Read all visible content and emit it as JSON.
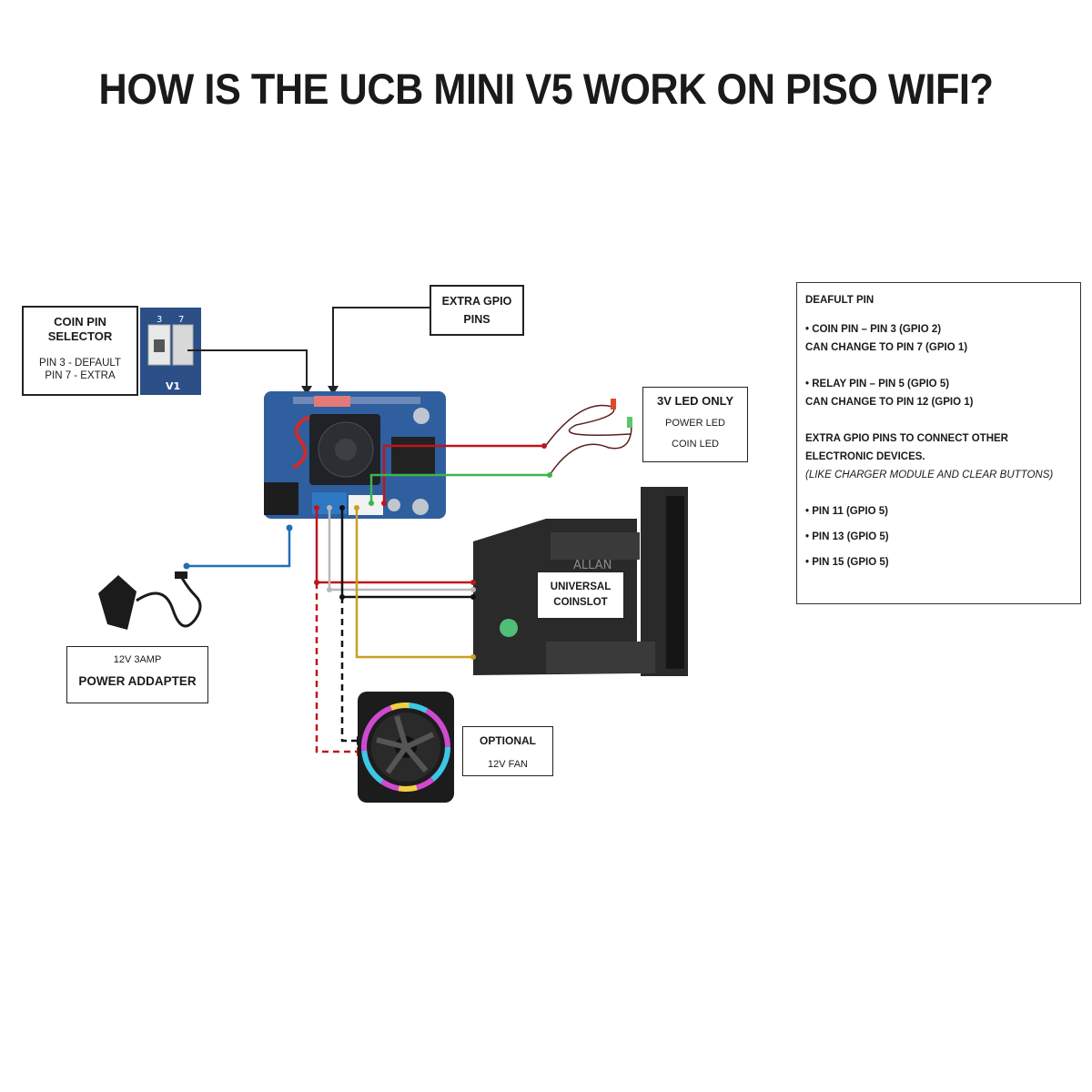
{
  "title": "HOW IS THE UCB MINI V5 WORK ON PISO WIFI?",
  "coin_selector": {
    "title_line1": "COIN PIN",
    "title_line2": "SELECTOR",
    "line1": "PIN 3 - DEFAULT",
    "line2": "PIN 7 - EXTRA",
    "switch_labels": [
      "3",
      "7"
    ],
    "board_label": "V1"
  },
  "extra_gpio": {
    "line1": "EXTRA GPIO",
    "line2": "PINS"
  },
  "led": {
    "title": "3V LED ONLY",
    "line1": "POWER LED",
    "line2": "COIN LED"
  },
  "power": {
    "line1": "12V 3AMP",
    "line2": "POWER ADDAPTER"
  },
  "fan": {
    "title": "OPTIONAL",
    "line1": "12V FAN"
  },
  "coinslot": {
    "line1": "UNIVERSAL",
    "line2": "COINSLOT",
    "brand": "ALLAN"
  },
  "info": {
    "heading": "DEAFULT PIN",
    "coin_pin": "• COIN PIN – PIN 3 (GPIO 2)",
    "coin_change": "CAN CHANGE TO PIN 7 (GPIO 1)",
    "relay_pin": "• RELAY PIN – PIN 5 (GPIO 5)",
    "relay_change": "CAN CHANGE TO PIN 12 (GPIO 1)",
    "extra_line1": "EXTRA GPIO PINS TO CONNECT OTHER",
    "extra_line2": "ELECTRONIC DEVICES.",
    "extra_note": "(LIKE CHARGER MODULE AND CLEAR BUTTONS)",
    "pin11": "• PIN 11 (GPIO 5)",
    "pin13": "• PIN 13 (GPIO 5)",
    "pin15": "• PIN 15 (GPIO 5)"
  },
  "colors": {
    "red": "#c0151b",
    "green": "#3db54a",
    "blue": "#1f6fb5",
    "gray": "#b8b8b8",
    "black": "#111111",
    "yellow": "#c8a022",
    "board": "#2f5f9e"
  }
}
